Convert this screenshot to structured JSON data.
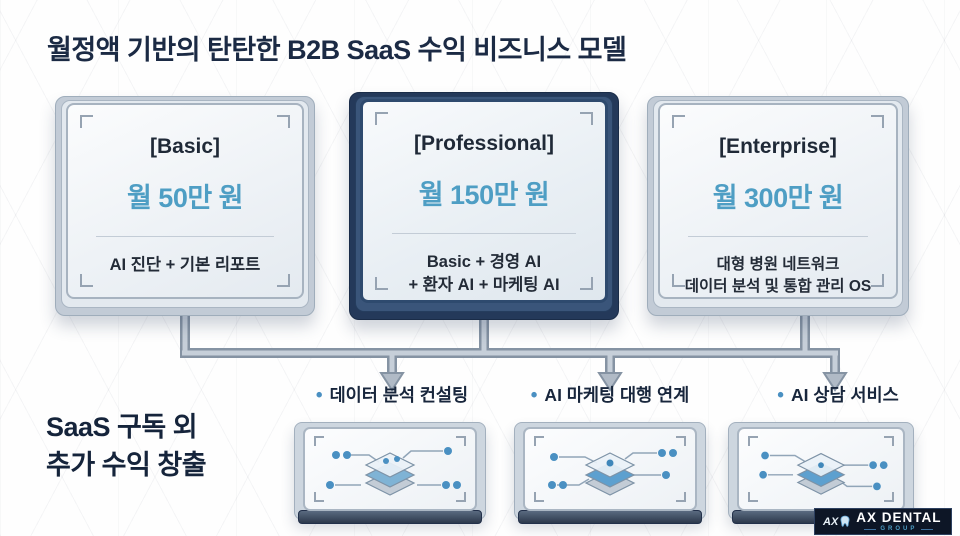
{
  "title": "월정액 기반의 탄탄한 B2B SaaS 수익 비즈니스 모델",
  "plans": [
    {
      "tier": "[Basic]",
      "price": "월 50만 원",
      "description_lines": [
        "AI 진단 + 기본 리포트"
      ]
    },
    {
      "tier": "[Professional]",
      "price": "월 150만 원",
      "description_lines": [
        "Basic + 경영 AI",
        "+ 환자 AI + 마케팅 AI"
      ]
    },
    {
      "tier": "[Enterprise]",
      "price": "월 300만 원",
      "description_lines": [
        "대형 병원 네트워크",
        "데이터 분석 및 통합 관리 OS"
      ]
    }
  ],
  "additional_revenue": {
    "heading_lines": [
      "SaaS 구독 외",
      "추가 수익 창출"
    ],
    "bullet": "•",
    "items": [
      {
        "label": "데이터 분석 컨설팅"
      },
      {
        "label": "AI 마케팅 대행 연계"
      },
      {
        "label": "AI 상담 서비스"
      }
    ]
  },
  "logo": {
    "mark": "AX",
    "name": "AX DENTAL",
    "subtitle": "GROUP"
  },
  "colors": {
    "title_navy": "#1b2a44",
    "price_blue": "#4e9ec4",
    "connector_gray": "#8593a3",
    "bullet_blue": "#4a90c2",
    "pro_border_navy": "#2e4a6e"
  }
}
